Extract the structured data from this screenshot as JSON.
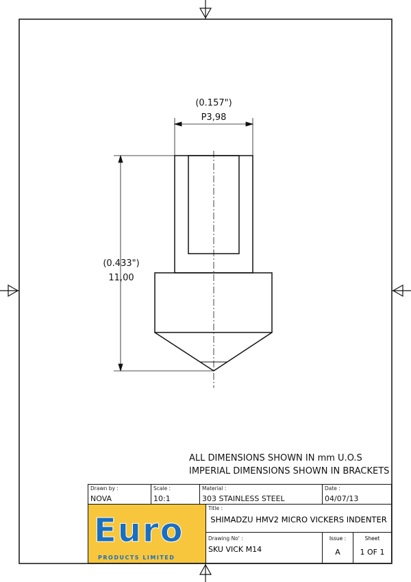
{
  "drawing": {
    "width_dimension": {
      "imperial": "(0.157\")",
      "metric": "P3,98"
    },
    "height_dimension": {
      "imperial": "(0.433\")",
      "metric": "11,00"
    },
    "notes": [
      "ALL DIMENSIONS SHOWN IN mm U.O.S",
      "IMPERIAL DIMENSIONS SHOWN IN BRACKETS"
    ]
  },
  "title_block": {
    "drawn_by": {
      "label": "Drawn by :",
      "value": "NOVA"
    },
    "scale": {
      "label": "Scale :",
      "value": "10:1"
    },
    "material": {
      "label": "Material :",
      "value": "303 STAINLESS STEEL"
    },
    "date": {
      "label": "Date :",
      "value": "04/07/13"
    },
    "title": {
      "label": "Title :",
      "value": "SHIMADZU HMV2 MICRO VICKERS INDENTER"
    },
    "drawing_no": {
      "label": "Drawing No' :",
      "value": "SKU VICK M14"
    },
    "issue": {
      "label": "Issue :",
      "value": "A"
    },
    "sheet": {
      "label": "Sheet",
      "value": "1 OF 1"
    },
    "logo": {
      "brand": "Euro",
      "tagline": "PRODUCTS LIMITED",
      "bg_color": "#f7c63c",
      "brand_color": "#1a6fc0"
    }
  }
}
